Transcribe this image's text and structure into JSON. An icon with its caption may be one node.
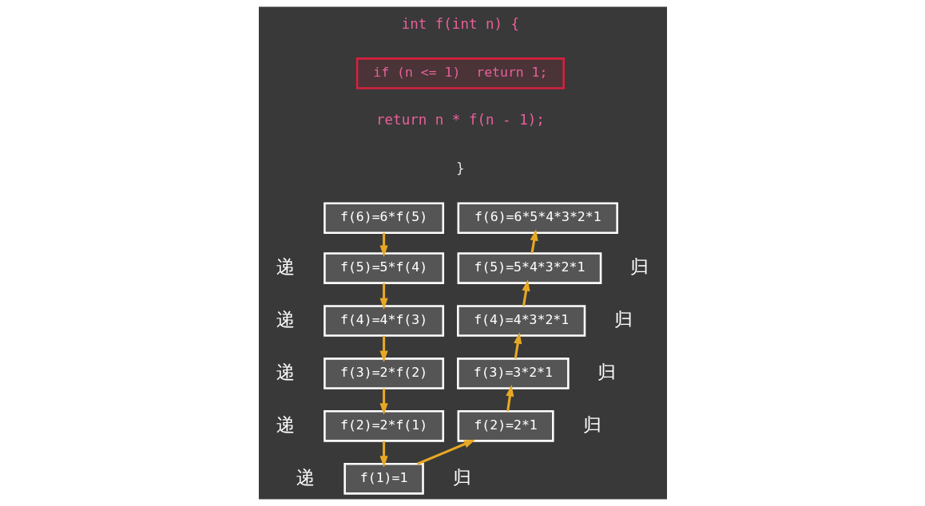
{
  "diagram": {
    "nodes": [
      {
        "text": [
          "if (n <= 1)  return 1;"
        ]
      },
      {
        "text": [
          "f(6)=6*f(5)"
        ]
      },
      {
        "text": [
          "f(5)=5*f(4)"
        ],
        "beside": [
          "递"
        ]
      },
      {
        "text": [
          "f(4)=4*f(3)"
        ],
        "beside": [
          "递"
        ]
      },
      {
        "text": [
          "f(3)=2*f(2)"
        ],
        "beside": [
          "递"
        ]
      },
      {
        "text": [
          "f(2)=2*f(1)"
        ],
        "beside": [
          "递"
        ]
      },
      {
        "text": [
          "f(1)=1"
        ],
        "beside": [
          "递",
          "归"
        ]
      },
      {
        "text": [
          "f(2)=2*1"
        ],
        "beside": [
          "归"
        ]
      },
      {
        "text": [
          "f(3)=3*2*1"
        ],
        "beside": [
          "归"
        ]
      },
      {
        "text": [
          "f(4)=4*3*2*1"
        ],
        "beside": [
          "归"
        ]
      },
      {
        "text": [
          "f(5)=5*4*3*2*1"
        ],
        "beside": [
          "归"
        ]
      },
      {
        "text": [
          "f(6)=6*5*4*3*2*1"
        ]
      }
    ],
    "edges": [
      {
        "from": 1,
        "to": 2,
        "arrow": "to"
      },
      {
        "from": 2,
        "to": 3,
        "arrow": "to"
      },
      {
        "from": 3,
        "to": 4,
        "arrow": "to"
      },
      {
        "from": 4,
        "to": 5,
        "arrow": "to"
      },
      {
        "from": 5,
        "to": 6,
        "arrow": "to"
      },
      {
        "from": 6,
        "to": 7,
        "arrow": "to"
      },
      {
        "from": 7,
        "to": 8,
        "arrow": "to"
      },
      {
        "from": 8,
        "to": 9,
        "arrow": "to"
      },
      {
        "from": 9,
        "to": 10,
        "arrow": "to"
      },
      {
        "from": 10,
        "to": 11,
        "arrow": "to"
      }
    ],
    "labels": [
      "int f(int n) {",
      "return n * f(n - 1);",
      "}"
    ]
  }
}
